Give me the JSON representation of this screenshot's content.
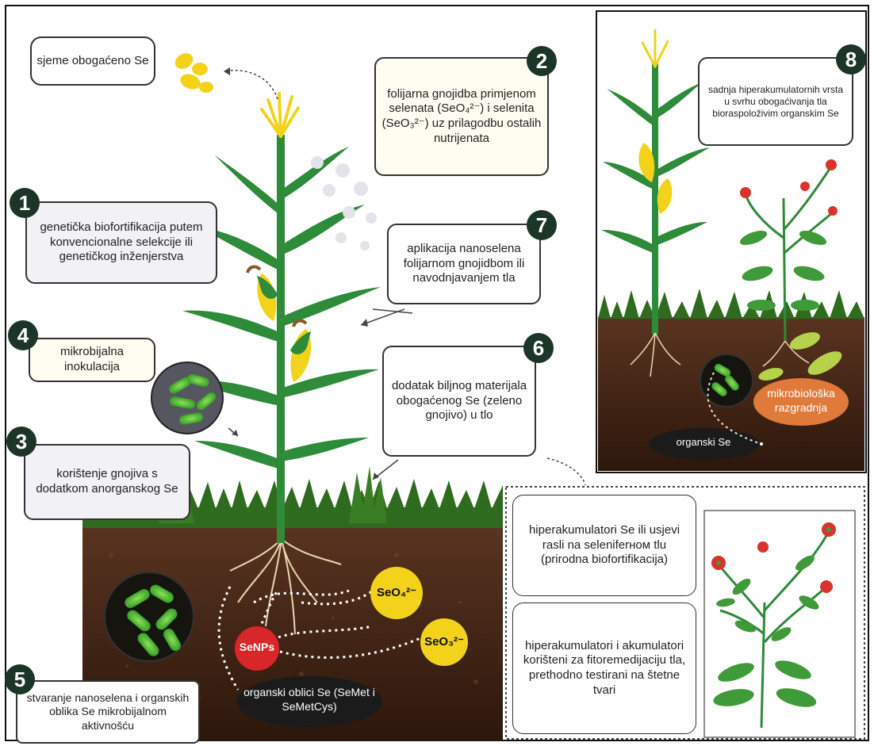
{
  "labels": {
    "seed": "sjeme obogaćeno Se",
    "foliar": "folijarna gnojidba primjenom selenata (SeO₄²⁻) i selenita (SeO₃²⁻) uz prilagodbu ostalih nutrijenata",
    "genetic": "genetička biofortifikacija putem konvencionalne selekcije ili genetičkog inženjerstva",
    "nanoselenium": "aplikacija nanoselena folijarnom gnojidbom ili navodnjavanjem tla",
    "microbial": "mikrobijalna inokulacija",
    "green_manure": "dodatak biljnog materijala obogaćenog Se (zeleno gnojivo) u tlo",
    "inorganic": "korištenje gnojiva s dodatkom anorganskog Se",
    "nano_formation": "stvaranje nanoselena i organskih oblika Se mikrobijalnom aktivnošću",
    "hyperaccumulator_planting": "sadnja hiperakumulatornih vrsta u svrhu obogaćivanja tla bioraspoloživim organskim Se",
    "microbial_decomposition": "mikrobiološka razgradnja",
    "organic_se": "organski Se",
    "natural_biofortification": "hiperakumulatori Se ili usjevi rasli na seleniferном tlu (prirodna biofortifikacija)",
    "phytoremediation": "hiperakumulatori i akumulatori korišteni za fitoremedijaciju tla, prethodno testirani na štetne tvari",
    "seo4": "SeO₄²⁻",
    "seo3": "SeO₃²⁻",
    "senps": "SeNPs",
    "organic_forms": "organski oblici Se (SeMet i SeMetCys)"
  },
  "numbers": {
    "n1": "1",
    "n2": "2",
    "n3": "3",
    "n4": "4",
    "n5": "5",
    "n6": "6",
    "n7": "7",
    "n8": "8"
  },
  "colors": {
    "soil": "#4a2a18",
    "grass": "#2f6b1e",
    "plant": "#2e8b3a",
    "corn": "#f2d21a",
    "badge": "#1d3527",
    "seo_circle": "#f2d21a",
    "senps_circle": "#d8262b",
    "decomposition": "#e07a3a"
  }
}
